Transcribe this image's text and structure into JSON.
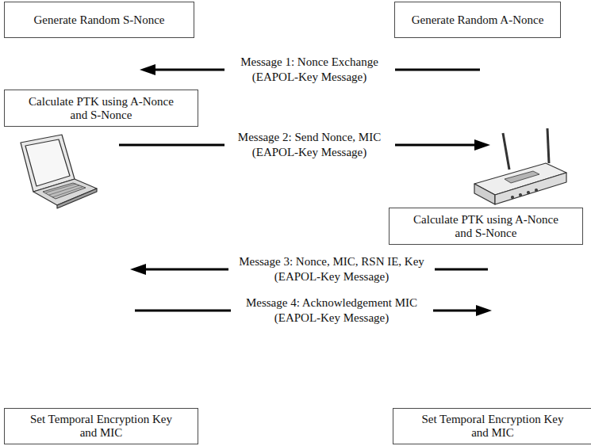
{
  "diagram": {
    "nodes": [
      {
        "text": [
          "Generate Random S-Nonce"
        ]
      },
      {
        "text": [
          "Generate Random A-Nonce"
        ]
      },
      {
        "text": [
          "Calculate PTK using A-Nonce and S-Nonce"
        ]
      },
      {
        "text": [
          "Calculate PTK using A-Nonce and S-Nonce"
        ]
      },
      {
        "text": [
          "Set Temporal Encryption Key and MIC"
        ]
      },
      {
        "text": [
          "Set Temporal Encryption Key and MIC"
        ]
      }
    ],
    "labels": [
      "Message 1: Nonce Exchange (EAPOL-Key Message)",
      "Message 2: Send Nonce, MIC (EAPOL-Key Message)",
      "Message 3: Nonce, MIC, RSN IE, Key (EAPOL-Key Message)",
      "Message 4: Acknowledgement MIC (EAPOL-Key Message)"
    ]
  }
}
